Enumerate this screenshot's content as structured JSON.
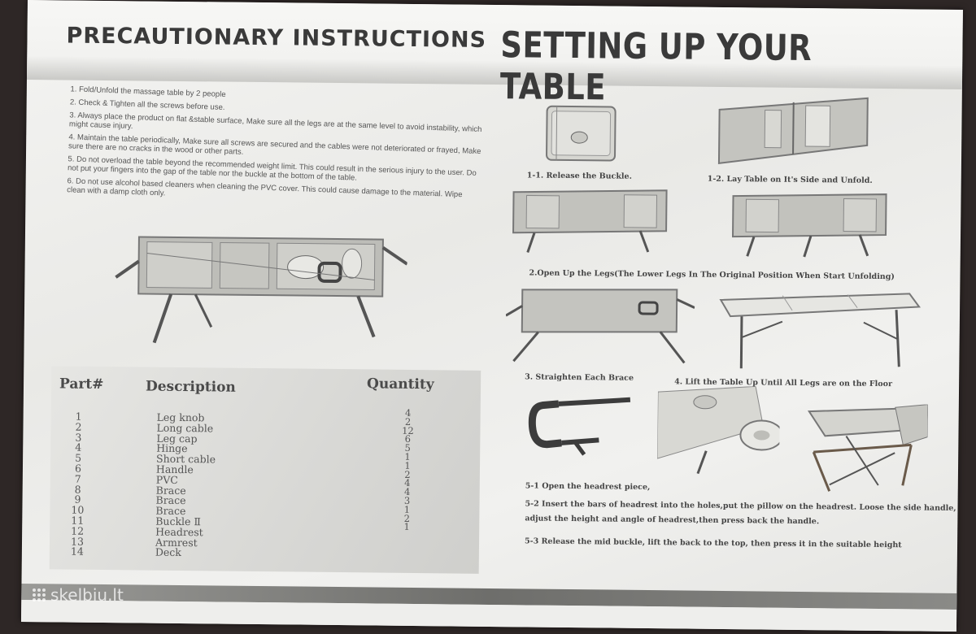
{
  "header": {
    "left_title": "PRECAUTIONARY INSTRUCTIONS",
    "right_title": "SETTING UP YOUR TABLE"
  },
  "precautions": [
    "1. Fold/Unfold the massage table by 2 people",
    "2. Check & Tighten all the screws before use.",
    "3. Always place the product on flat &stable surface, Make sure all the legs are at the same level to avoid instability, which might cause injury.",
    "4. Maintain the table periodically, Make sure all screws are secured and the cables were not deteriorated or frayed, Make sure there are no cracks in the wood or other parts.",
    "5. Do not overload the table beyond the recommended weight limit. This could result in the serious injury to the user. Do not put your fingers into the gap of the table nor the buckle at the bottom of the table.",
    "6. Do not use alcohol based cleaners when cleaning the PVC cover. This could cause damage to the material. Wipe clean with a damp cloth only."
  ],
  "parts_table": {
    "headers": {
      "part": "Part#",
      "description": "Description",
      "quantity": "Quantity"
    },
    "rows": [
      {
        "part": "1",
        "description": "Leg knob"
      },
      {
        "part": "2",
        "description": "Long cable"
      },
      {
        "part": "3",
        "description": "Leg cap"
      },
      {
        "part": "4",
        "description": "Hinge"
      },
      {
        "part": "5",
        "description": "Short cable"
      },
      {
        "part": "6",
        "description": "Handle"
      },
      {
        "part": "7",
        "description": "PVC"
      },
      {
        "part": "8",
        "description": "Brace"
      },
      {
        "part": "9",
        "description": "Brace"
      },
      {
        "part": "10",
        "description": "Brace"
      },
      {
        "part": "11",
        "description": "Buckle Ⅱ"
      },
      {
        "part": "12",
        "description": "Headrest"
      },
      {
        "part": "13",
        "description": "Armrest"
      },
      {
        "part": "14",
        "description": "Deck"
      }
    ],
    "quantities": [
      "4",
      "2",
      "12",
      "6",
      "5",
      "1",
      "1",
      "2",
      "4",
      "4",
      "3",
      "1",
      "2",
      "1"
    ]
  },
  "steps": {
    "s1_1": "1-1. Release the Buckle.",
    "s1_2": "1-2. Lay Table on It's Side and Unfold.",
    "s2": "2.Open Up the Legs(The Lower Legs In The Original Position When Start Unfolding)",
    "s3": "3. Straighten Each Brace",
    "s4": "4. Lift the Table Up Until All Legs are on the Floor"
  },
  "notes": {
    "n5_1": "5-1  Open the headrest piece,",
    "n5_2a": "5-2   Insert the bars of headrest into the holes,put the pillow on the headrest. Loose the side handle,",
    "n5_2b": "adjust the height and angle of headrest,then press  back the handle.",
    "n5_3": "5-3   Release the mid buckle, lift the back to the top, then press it in the suitable height"
  },
  "watermark": "skelbiu.lt"
}
